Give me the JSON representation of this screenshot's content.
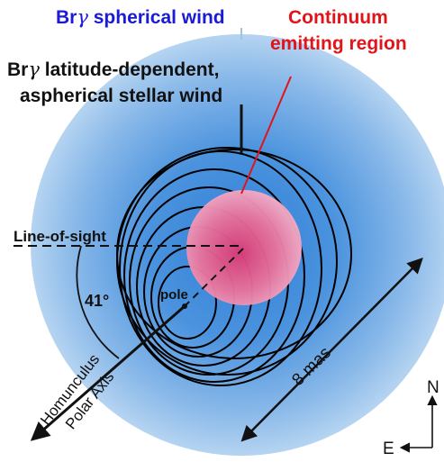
{
  "labels": {
    "spherical_wind": {
      "prefix": "Br",
      "symbol": "γ",
      "rest": " spherical wind"
    },
    "aspherical_wind_line1": {
      "prefix": "Br",
      "symbol": "γ",
      "rest": " latitude-dependent,"
    },
    "aspherical_wind_line2": "aspherical stellar wind",
    "continuum_line1": "Continuum",
    "continuum_line2": "emitting region",
    "line_of_sight": "Line-of-sight",
    "angle": "41°",
    "pole": "pole",
    "scale": "8 mas",
    "polar_axis_line1": "Homunculus",
    "polar_axis_line2": "Polar Axis",
    "compass_north": "N",
    "compass_east": "E"
  },
  "colors": {
    "wind_outer": "#a9cdee",
    "wind_mid": "#6aa8e3",
    "wind_inner": "#2f7fd6",
    "continuum_pink": "#e8638f",
    "label_blue": "#1a1ad8",
    "label_red": "#e0141a",
    "label_black": "#111111"
  }
}
